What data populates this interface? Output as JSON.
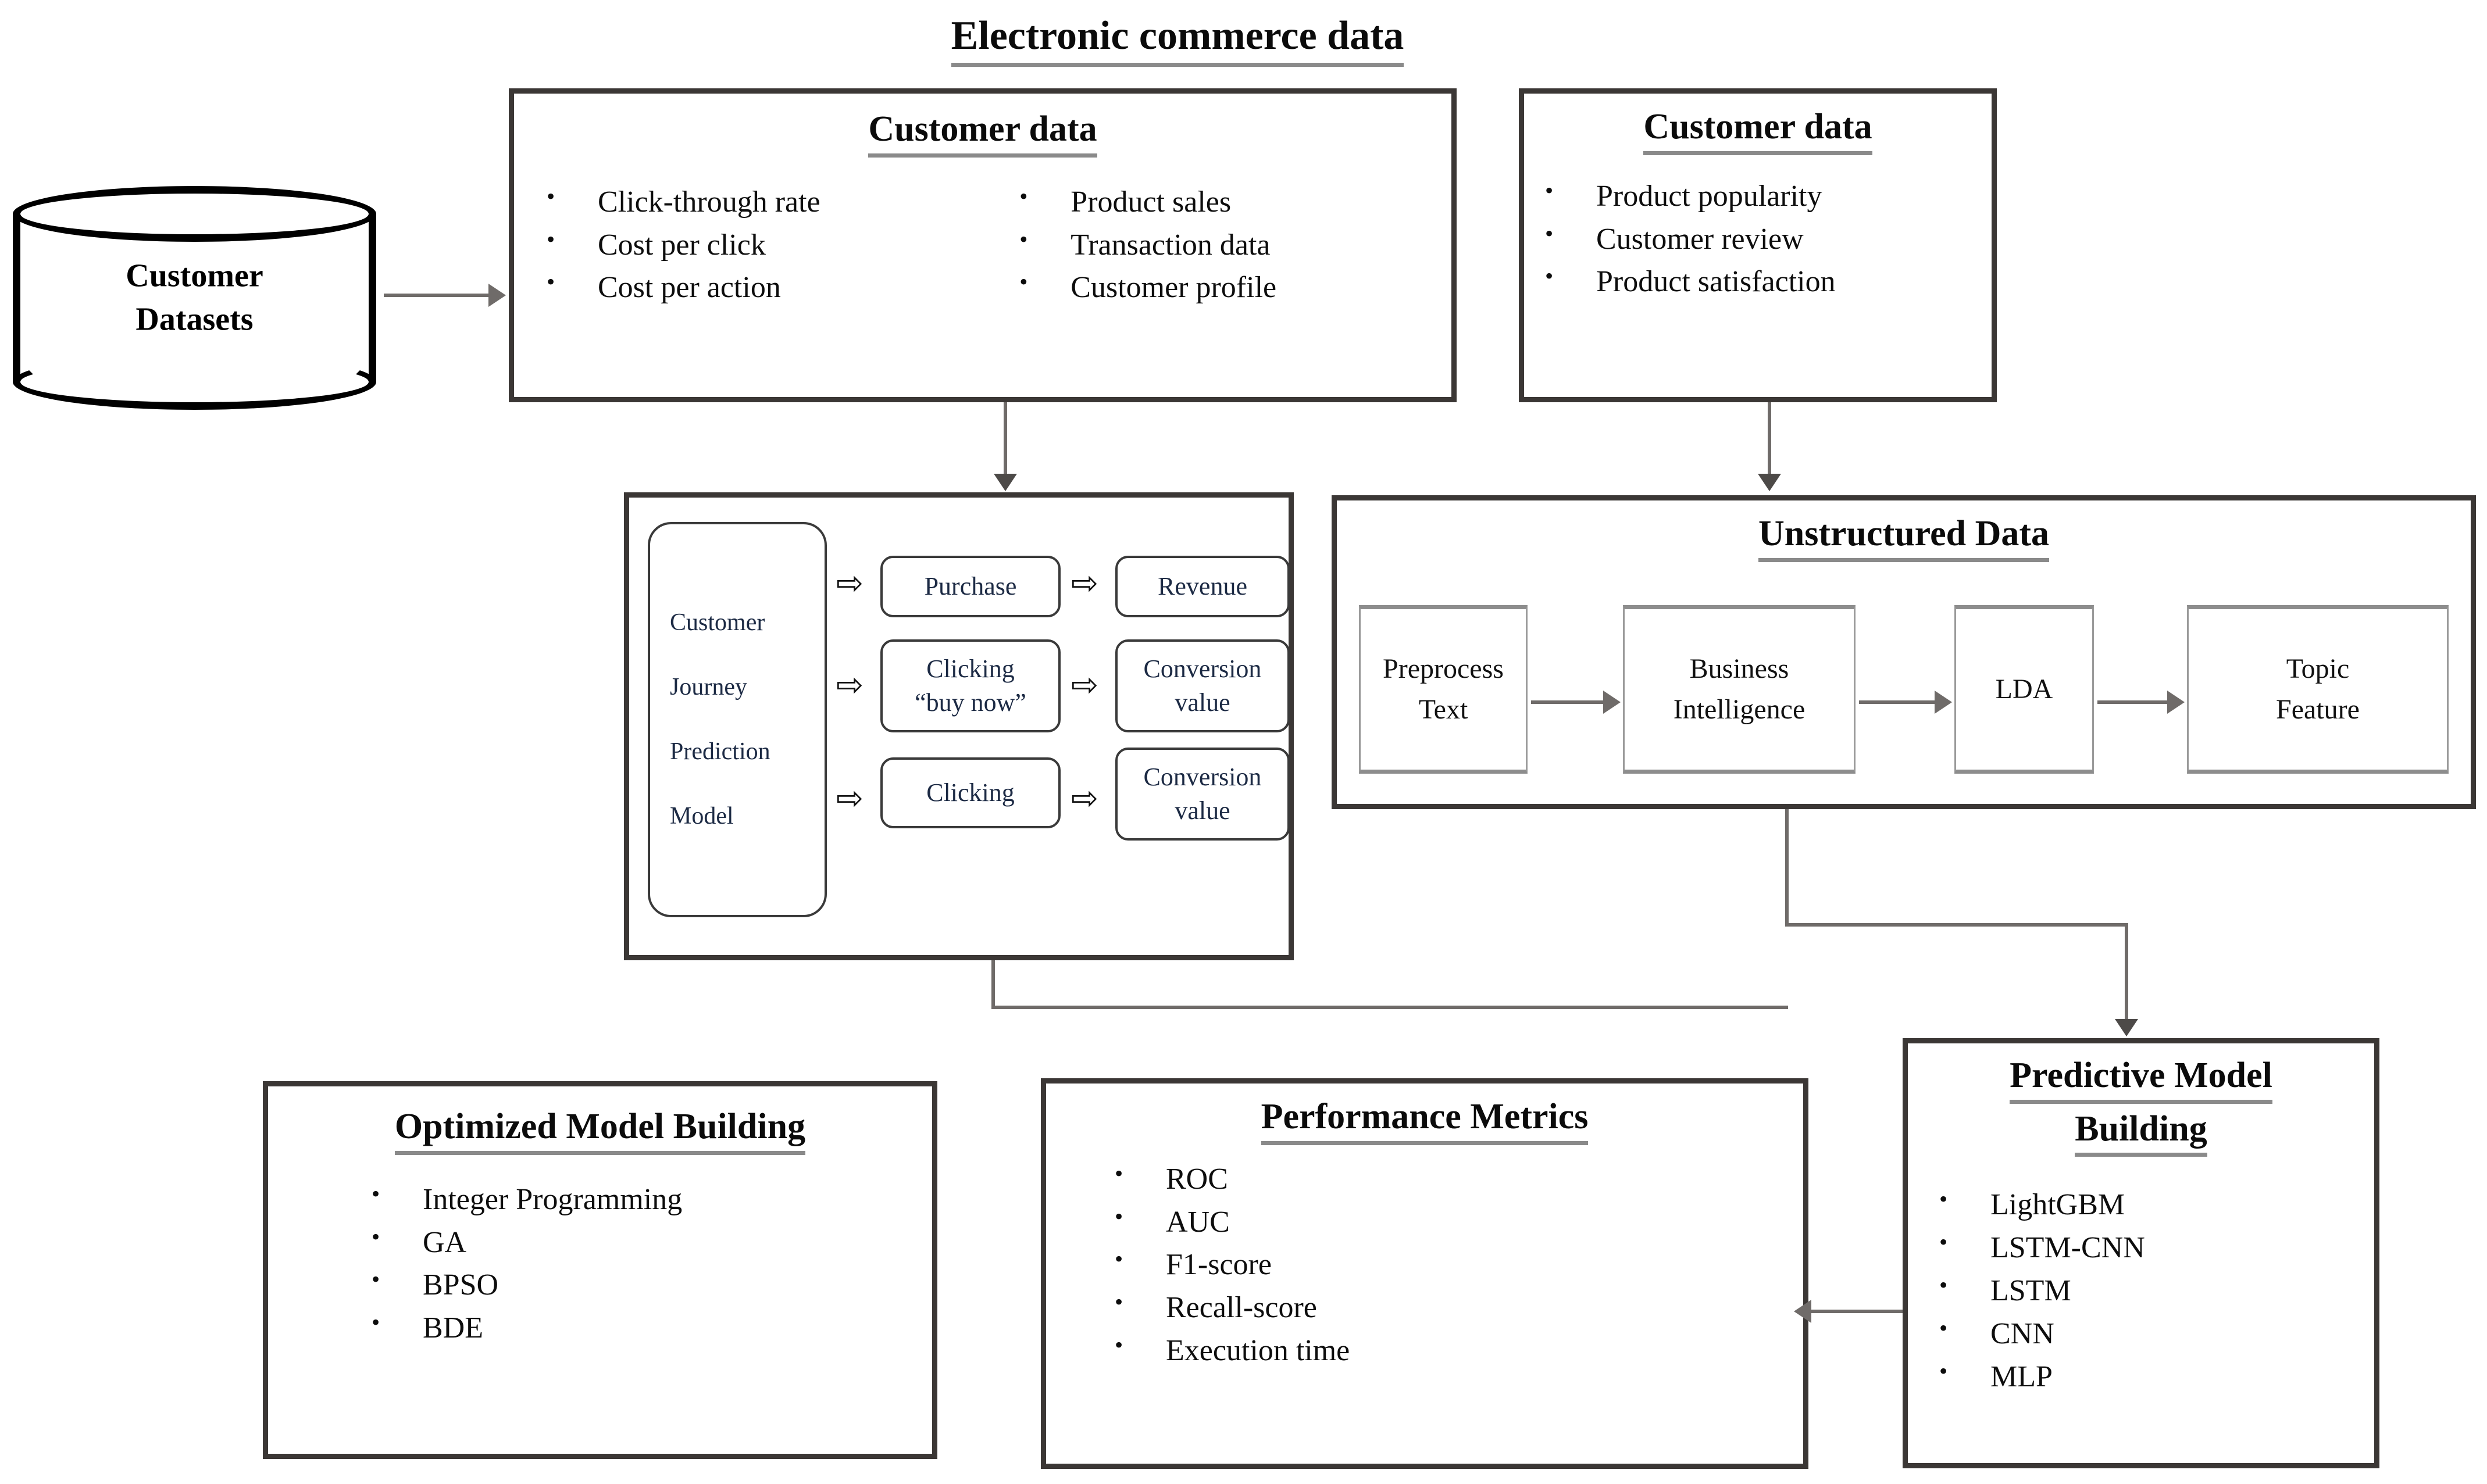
{
  "diagram": {
    "title": "Electronic commerce data",
    "colors": {
      "box_border": "#3b3735",
      "connector": "#6f6b69",
      "title_underline": "#8a8a8a",
      "inner_node_text": "#1c2a44",
      "background": "#ffffff"
    }
  },
  "datasource": {
    "label_line1": "Customer",
    "label_line2": "Datasets",
    "icon": "database-cylinder-icon"
  },
  "ecommerce_box": {
    "title": "Customer data",
    "left_column": [
      "Click-through rate",
      "Cost per click",
      "Cost per action"
    ],
    "right_column": [
      "Product sales",
      "Transaction data",
      "Customer profile"
    ]
  },
  "customer_data_right": {
    "title": "Customer data",
    "items": [
      "Product popularity",
      "Customer review",
      "Product satisfaction"
    ]
  },
  "journey_model": {
    "model_label_lines": [
      "Customer",
      "Journey",
      "Prediction",
      "Model"
    ],
    "rows": [
      {
        "stage": "Purchase",
        "outcome": "Revenue"
      },
      {
        "stage": "Clicking\n“buy now”",
        "outcome": "Conversion\nvalue"
      },
      {
        "stage": "Clicking",
        "outcome": "Conversion\nvalue"
      }
    ],
    "arrow_glyph": "⇨"
  },
  "unstructured": {
    "title": "Unstructured Data",
    "pipeline": [
      "Preprocess\nText",
      "Business\nIntelligence",
      "LDA",
      "Topic\nFeature"
    ]
  },
  "optimized_model": {
    "title": "Optimized Model Building",
    "items": [
      "Integer Programming",
      "GA",
      "BPSO",
      "BDE"
    ]
  },
  "performance_metrics": {
    "title": "Performance Metrics",
    "items": [
      "ROC",
      "AUC",
      "F1-score",
      "Recall-score",
      "Execution time"
    ]
  },
  "predictive_model": {
    "title_line1": "Predictive Model",
    "title_line2": "Building",
    "items": [
      "LightGBM",
      "LSTM-CNN",
      "LSTM",
      "CNN",
      "MLP"
    ]
  }
}
